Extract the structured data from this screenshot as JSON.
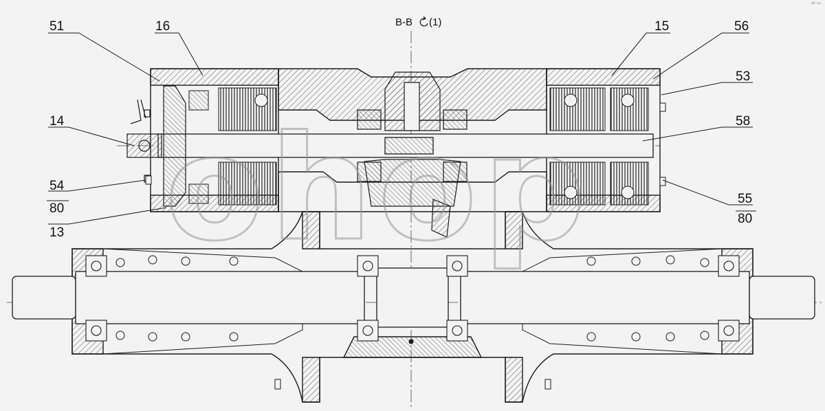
{
  "section_title": "B-B",
  "view_index": "(1)",
  "callouts": {
    "c51": "51",
    "c16": "16",
    "c15": "15",
    "c56": "56",
    "c53": "53",
    "c14": "14",
    "c58": "58",
    "c54": "54",
    "c54_sub": "80",
    "c55": "55",
    "c55_sub": "80",
    "c13": "13"
  },
  "watermark": "ohop",
  "corner_mark": "ᵒᵇ ᵉᵘ",
  "colors": {
    "line": "#1a1a1a",
    "hatch": "#555555",
    "paper": "#f3f3f3",
    "watermark": "#9a9a9a"
  }
}
